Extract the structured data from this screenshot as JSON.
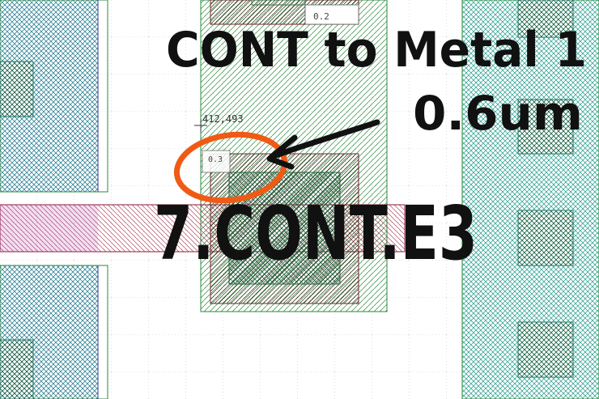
{
  "layout_view": {
    "coordinate_readout": "412,493",
    "measure_labels": {
      "top_dimension": "0.2",
      "contact_dimension": "0.3"
    },
    "layers": [
      {
        "name": "nwell",
        "color": "#1e9a8a",
        "pattern": "crosshatch"
      },
      {
        "name": "metal1",
        "color": "#2a8a3a",
        "pattern": "diagonal"
      },
      {
        "name": "poly",
        "color": "#8a1a3a",
        "pattern": "diagonal"
      },
      {
        "name": "contact",
        "color": "#6a3a1a",
        "pattern": "diagonal"
      },
      {
        "name": "diffusion",
        "color": "#1a4a8a",
        "pattern": "crosshatch"
      }
    ],
    "grid": true
  },
  "annotations": {
    "heading_line1": "CONT to Metal 1",
    "heading_line2": "0.6um",
    "rule_name": "7.CONT.E3",
    "circle_color": "#f05a14",
    "ink_color": "#111111"
  }
}
